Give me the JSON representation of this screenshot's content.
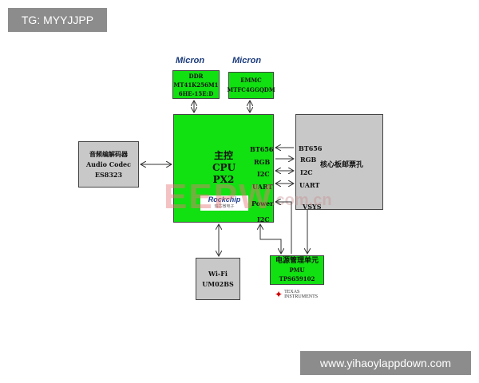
{
  "tag_label": "TG: MYYJJPP",
  "site_label": "www.yihaoylappdown.com",
  "logos": {
    "micron": "Micron",
    "rockchip": "Rockchip",
    "rockchip_sub": "瑞芯微电子",
    "ti_line1": "TEXAS",
    "ti_line2": "INSTRUMENTS",
    "watermark": "EEPW",
    "watermark_sub": ".com.cn"
  },
  "ddr": {
    "line1": "DDR",
    "line2": "MT41K256M1",
    "line3": "6HE-15E:D"
  },
  "emmc": {
    "line1": "EMMC",
    "line2": "MTFC4GGQDM"
  },
  "cpu": {
    "line1": "主控",
    "line2": "CPU",
    "line3": "PX2",
    "ports": [
      "BT656",
      "RGB",
      "I2C",
      "UART",
      "Power",
      "I2C"
    ]
  },
  "core": {
    "title": "核心板邮票孔",
    "ports": [
      "BT656",
      "RGB",
      "I2C",
      "UART",
      "VSYS"
    ]
  },
  "audio": {
    "line1": "音频编解码器",
    "line2": "Audio Codec",
    "line3": "ES8323"
  },
  "wifi": {
    "line1": "Wi-Fi",
    "line2": "UM02BS"
  },
  "pmu": {
    "line1": "电源管理单元",
    "line2": "PMU",
    "line3": "TPS659102"
  }
}
